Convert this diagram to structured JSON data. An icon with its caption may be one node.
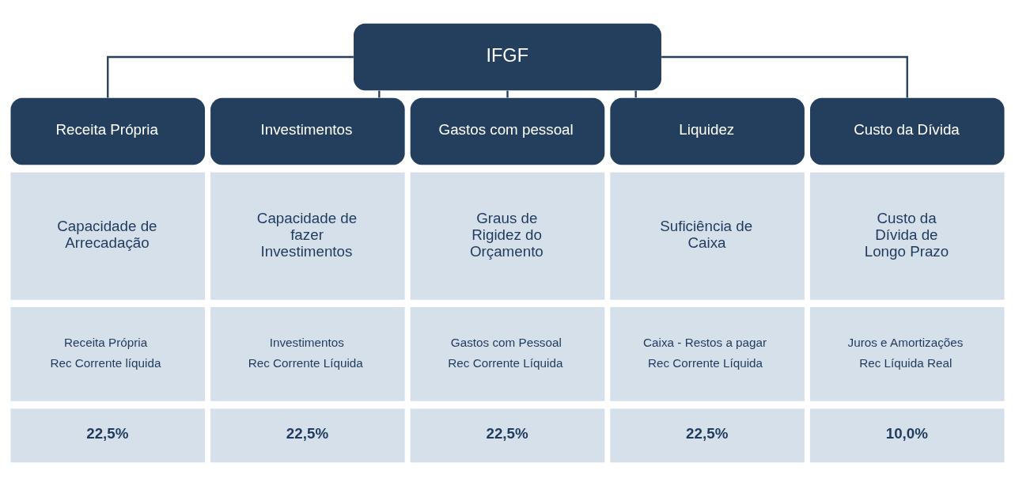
{
  "diagram": {
    "nodes": [
      {
        "text": [
          "IFGF"
        ]
      },
      {
        "text": [
          "Receita Própria"
        ]
      },
      {
        "text": [
          "Investimentos"
        ]
      },
      {
        "text": [
          "Gastos com pessoal"
        ]
      },
      {
        "text": [
          "Liquidez"
        ]
      },
      {
        "text": [
          "Custo da Dívida"
        ]
      },
      {
        "text": [
          "Capacidade de Arrecadação"
        ]
      },
      {
        "text": [
          "Capacidade de fazer Investimentos"
        ]
      },
      {
        "text": [
          "Graus de Rigidez do Orçamento"
        ]
      },
      {
        "text": [
          "Suficiência de Caixa"
        ]
      },
      {
        "text": [
          "Custo da Dívida de Longo Prazo"
        ]
      },
      {
        "text": [
          "Receita Própria",
          "Rec Corrente líquida"
        ]
      },
      {
        "text": [
          "Investimentos",
          "Rec Corrente Líquida"
        ]
      },
      {
        "text": [
          "Gastos com Pessoal",
          "Rec Corrente Líquida"
        ]
      },
      {
        "text": [
          "Caixa - Restos a pagar",
          "Rec Corrente Líquida"
        ]
      },
      {
        "text": [
          "Juros e Amortizações",
          "Rec Líquida Real"
        ]
      },
      {
        "text": [
          "22,5%"
        ]
      },
      {
        "text": [
          "22,5%"
        ]
      },
      {
        "text": [
          "22,5%"
        ]
      },
      {
        "text": [
          "22,5%"
        ]
      },
      {
        "text": [
          "10,0%"
        ]
      }
    ],
    "edges": [
      {
        "from": 0,
        "to": 1,
        "arrow": "none"
      },
      {
        "from": 0,
        "to": 2,
        "arrow": "none"
      },
      {
        "from": 0,
        "to": 3,
        "arrow": "none"
      },
      {
        "from": 0,
        "to": 4,
        "arrow": "none"
      },
      {
        "from": 0,
        "to": 5,
        "arrow": "none"
      }
    ]
  }
}
